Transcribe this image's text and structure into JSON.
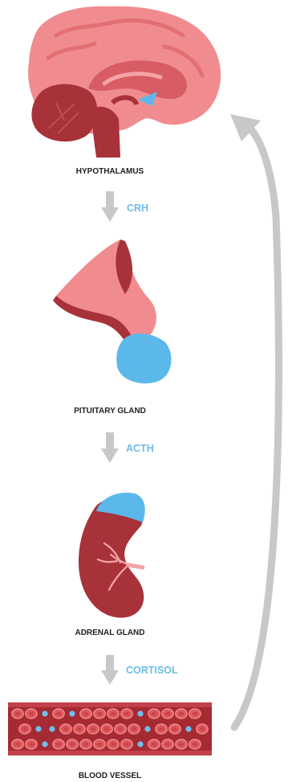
{
  "colors": {
    "tissue_pink": "#f08c8f",
    "tissue_light": "#f4a3a6",
    "tissue_dark": "#a8323a",
    "gland_blue": "#5cb8ea",
    "arrow_gray": "#c8c8c8",
    "cell_red": "#e05a5c",
    "cell_blue": "#6fc0ef",
    "vessel_dark": "#a52a32"
  },
  "stages": {
    "hypothalamus": {
      "label": "HYPOTHALAMUS"
    },
    "pituitary": {
      "label": "PITUITARY GLAND"
    },
    "adrenal": {
      "label": "ADRENAL GLAND"
    },
    "blood": {
      "label": "BLOOD VESSEL"
    }
  },
  "hormones": {
    "crh": "CRH",
    "acth": "ACTH",
    "cortisol": "CORTISOL"
  },
  "icons": {
    "brain": "brain-icon",
    "pituitary": "pituitary-gland-icon",
    "adrenal": "adrenal-gland-kidney-icon",
    "blood_vessel": "blood-vessel-icon",
    "feedback": "feedback-arrow-icon"
  }
}
